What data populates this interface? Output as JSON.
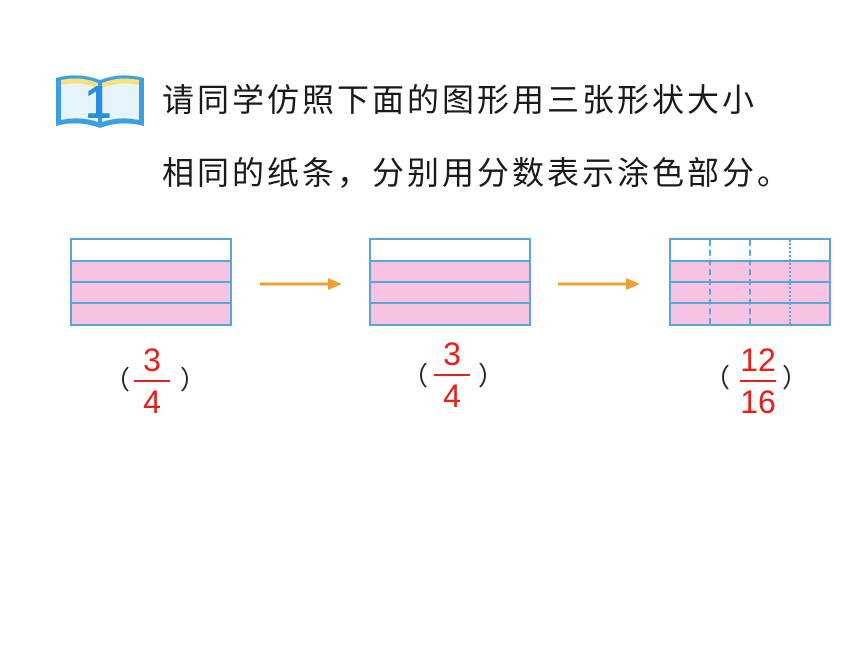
{
  "exercise": {
    "number": "1",
    "instruction_line1": "请同学仿照下面的图形用三张形状大小",
    "instruction_line2": "相同的纸条，分别用分数表示涂色部分。"
  },
  "strips": [
    {
      "rows": 4,
      "shaded_rows": 3,
      "columns": 1,
      "answer": {
        "numerator": "3",
        "denominator": "4"
      }
    },
    {
      "rows": 4,
      "shaded_rows": 3,
      "columns": 1,
      "answer": {
        "numerator": "3",
        "denominator": "4"
      }
    },
    {
      "rows": 4,
      "shaded_rows": 3,
      "columns": 4,
      "answer": {
        "numerator": "12",
        "denominator": "16"
      }
    }
  ],
  "parens": {
    "left": "（",
    "right": "）"
  },
  "colors": {
    "strip_border": "#5aa6d6",
    "shaded_fill": "#f6c3e3",
    "arrow": "#f0a030",
    "answer": "#e8201a",
    "badge_blue": "#3aa0e0",
    "badge_number": "#2a8fd8"
  },
  "icons": {
    "badge": "open-book-icon",
    "arrow": "arrow-right-icon"
  }
}
